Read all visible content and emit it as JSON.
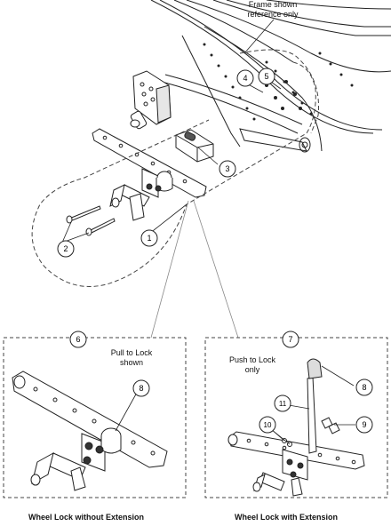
{
  "top": {
    "note_line1": "Frame shown",
    "note_line2": "reference only"
  },
  "callouts_top": [
    {
      "id": "c1",
      "num": "1"
    },
    {
      "id": "c2",
      "num": "2"
    },
    {
      "id": "c3",
      "num": "3"
    },
    {
      "id": "c4",
      "num": "4"
    },
    {
      "id": "c5",
      "num": "5"
    }
  ],
  "left_panel": {
    "callout": "6",
    "note_line1": "Pull to Lock",
    "note_line2": "shown",
    "part_callout": "8",
    "caption": "Wheel Lock without Extension"
  },
  "right_panel": {
    "callout": "7",
    "note_line1": "Push to Lock",
    "note_line2": "only",
    "part_callouts": [
      "8",
      "9",
      "10",
      "11"
    ],
    "caption": "Wheel Lock with Extension"
  }
}
